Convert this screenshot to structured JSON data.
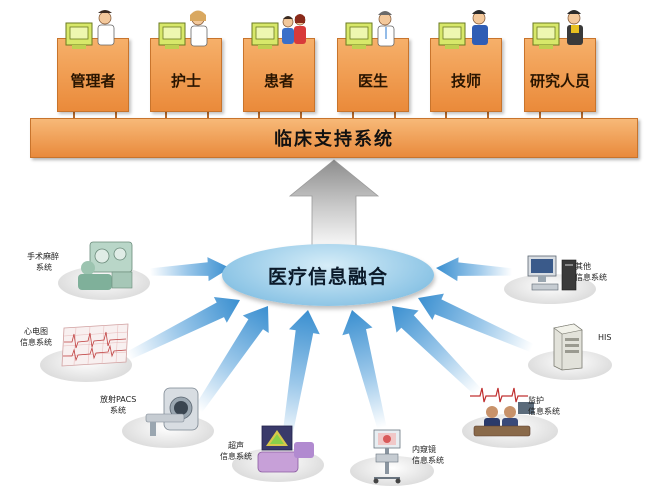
{
  "roles": [
    {
      "label": "管理者",
      "icon": "admin-workstation-icon"
    },
    {
      "label": "护士",
      "icon": "nurse-workstation-icon"
    },
    {
      "label": "患者",
      "icon": "patient-workstation-icon"
    },
    {
      "label": "医生",
      "icon": "doctor-workstation-icon"
    },
    {
      "label": "技师",
      "icon": "technician-workstation-icon"
    },
    {
      "label": "研究人员",
      "icon": "researcher-workstation-icon"
    }
  ],
  "support_bar": {
    "label": "临床支持系统"
  },
  "hub": {
    "label": "医疗信息融合"
  },
  "systems": [
    {
      "lines": [
        "手术麻醉",
        "系统"
      ],
      "icon": "surgery-anesthesia-icon"
    },
    {
      "lines": [
        "心电图",
        "信息系统"
      ],
      "icon": "ecg-paper-icon"
    },
    {
      "lines": [
        "放射PACS",
        "系统"
      ],
      "icon": "ct-scanner-icon"
    },
    {
      "lines": [
        "超声",
        "信息系统"
      ],
      "icon": "ultrasound-icon"
    },
    {
      "lines": [
        "内窥镜",
        "信息系统"
      ],
      "icon": "endoscope-cart-icon"
    },
    {
      "lines": [
        "监护",
        "信息系统"
      ],
      "icon": "patient-monitor-icon"
    },
    {
      "lines": [
        "HIS"
      ],
      "icon": "server-icon"
    },
    {
      "lines": [
        "其他",
        "信息系统"
      ],
      "icon": "desktop-computer-icon"
    }
  ],
  "colors": {
    "orange_box": "#ee9447",
    "hub_blue": "#8fc6e6",
    "arrow_blue": "#3a8fd0",
    "arrow_gray": "#a8a8a8"
  }
}
